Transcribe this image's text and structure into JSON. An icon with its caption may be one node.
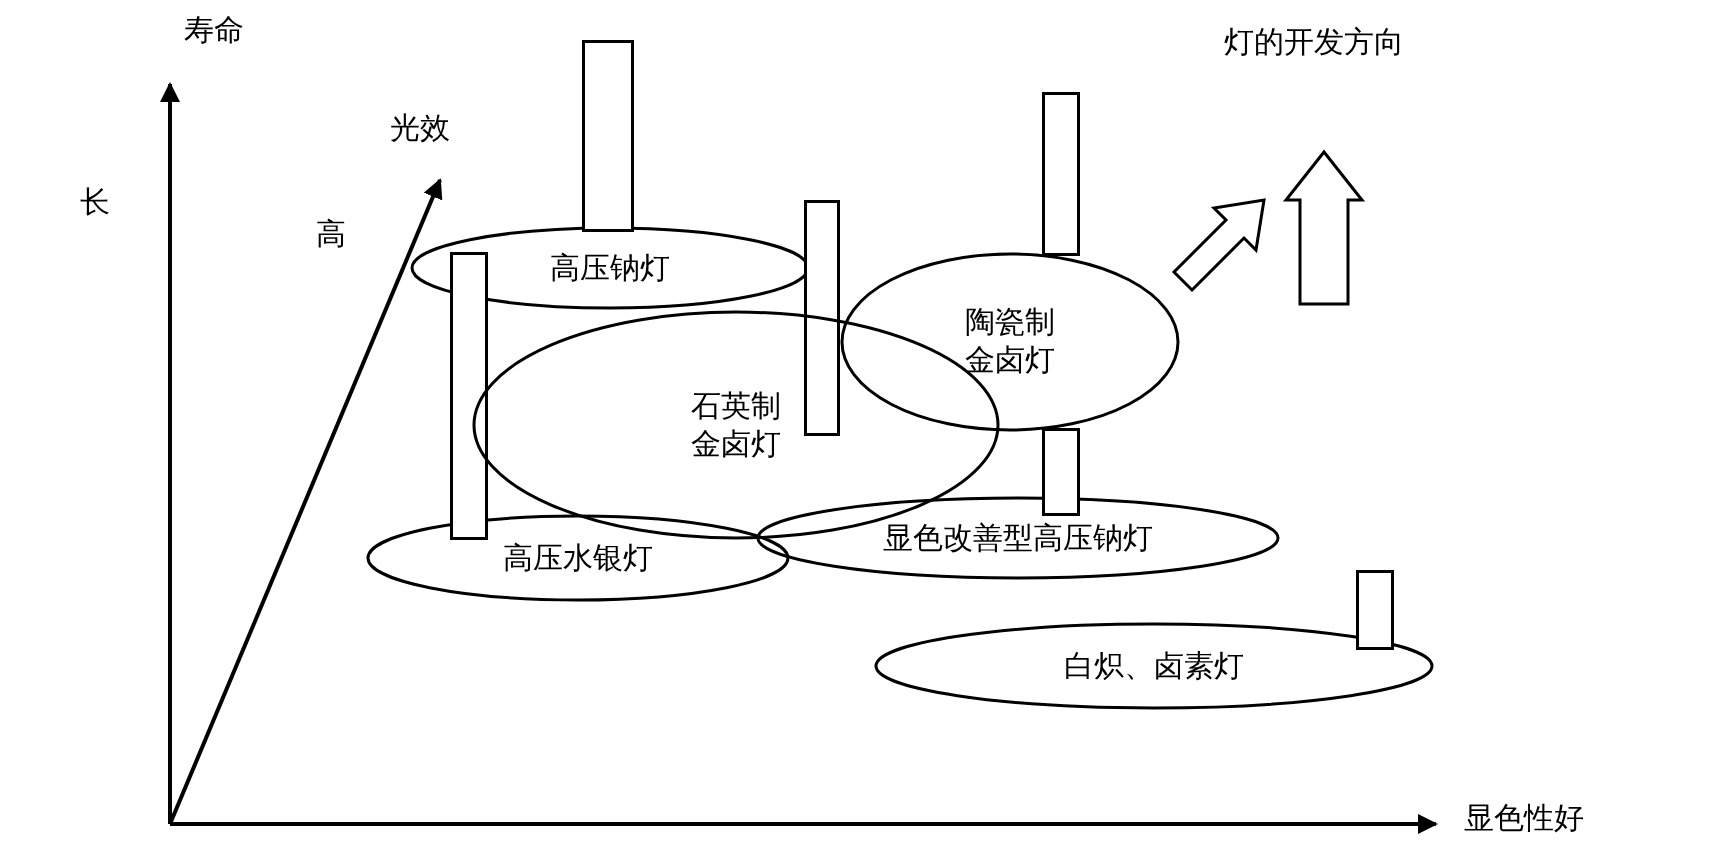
{
  "diagram": {
    "nodes": [
      {
        "text": [
          "高压钠灯"
        ]
      },
      {
        "text": [
          "陶瓷制金卤灯"
        ]
      },
      {
        "text": [
          "石英制金卤灯"
        ]
      },
      {
        "text": [
          "显色改善型高压钠灯"
        ]
      },
      {
        "text": [
          "高压水银灯"
        ]
      },
      {
        "text": [
          "白炽、卤素灯"
        ]
      },
      {
        "text": [],
        "shape": "bar"
      },
      {
        "text": [],
        "shape": "bar"
      },
      {
        "text": [],
        "shape": "bar"
      },
      {
        "text": [],
        "shape": "bar"
      },
      {
        "text": [],
        "shape": "bar"
      }
    ],
    "labels": [
      "寿命",
      "灯的开发方向",
      "光效",
      "长",
      "高",
      "显色性好"
    ]
  }
}
